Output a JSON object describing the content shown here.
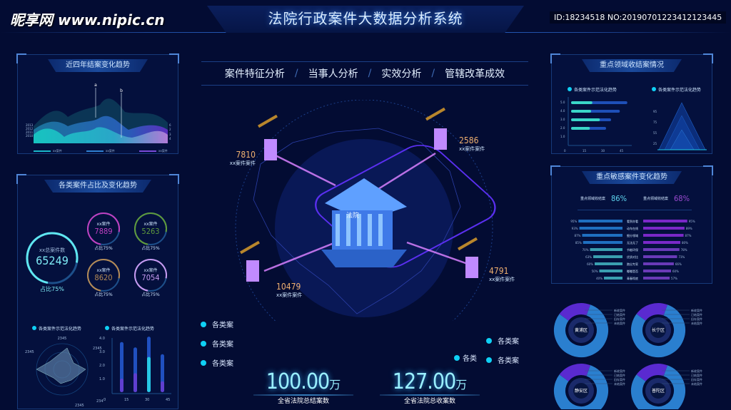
{
  "header": {
    "title": "法院行政案件大数据分析系统"
  },
  "nav": {
    "tabs": [
      "案件特征分析",
      "当事人分析",
      "实效分析",
      "管辖改革成效"
    ]
  },
  "left_top": {
    "title": "近四年结案变化趋势",
    "years": [
      "2013",
      "2012",
      "2011",
      "2010"
    ],
    "right_ticks": [
      "6",
      "2",
      "3",
      "4"
    ],
    "markers": [
      "a",
      "b"
    ],
    "legend": [
      "xx案件",
      "xx案件",
      "xx案件"
    ],
    "colors": [
      "#1ab8c8",
      "#2f7fd0",
      "#7a4ad6"
    ]
  },
  "left_mid": {
    "title": "各类案件占比及变化趋势",
    "main": {
      "label": "xx总案件数",
      "value": "65249",
      "ratio": "占比75%",
      "ratio_value": 0.75,
      "color": "#5fe6f0"
    },
    "items": [
      {
        "label": "xx案件",
        "value": "7889",
        "ratio": "占比75%",
        "color": "#c040c0"
      },
      {
        "label": "xx案件",
        "value": "5263",
        "ratio": "占比75%",
        "color": "#5f9a3c"
      },
      {
        "label": "xx案件",
        "value": "8620",
        "ratio": "占比75%",
        "color": "#b58a55"
      },
      {
        "label": "xx案件",
        "value": "7054",
        "ratio": "占比75%",
        "color": "#c79af0"
      }
    ]
  },
  "left_bottom": {
    "radar": {
      "title": "各类案件示范法化趋势",
      "labels": [
        "2345",
        "2345",
        "2345",
        "2345",
        "2345"
      ]
    },
    "bars": {
      "title": "各类案件示范法化趋势",
      "yticks": [
        "4.0",
        "3.0",
        "2.0",
        "1.0"
      ],
      "xticks": [
        "0",
        "15",
        "30",
        "45"
      ],
      "values": [
        {
          "total": 3.7,
          "fill": 1.0
        },
        {
          "total": 3.3,
          "fill": 1.4
        },
        {
          "total": 4.1,
          "fill": 2.6
        },
        {
          "total": 2.8,
          "fill": 0.8
        }
      ]
    }
  },
  "center": {
    "court_label": "法院",
    "nodes": [
      {
        "value": "7810",
        "label": "xx案件案件"
      },
      {
        "value": "2586",
        "label": "xx案件案件"
      },
      {
        "value": "10479",
        "label": "xx案件案件"
      },
      {
        "value": "4791",
        "label": "xx案件案件"
      }
    ],
    "left_legend": [
      "各类案",
      "各类案",
      "各类案"
    ],
    "right_legend": [
      "各类案",
      "各类案"
    ],
    "right_legend_extra": "各类",
    "stats": [
      {
        "value": "100.00",
        "unit": "万",
        "label": "全省法院总结案数"
      },
      {
        "value": "127.00",
        "unit": "万",
        "label": "全省法院总收案数"
      }
    ]
  },
  "right_top": {
    "title": "重点领域收结案情况",
    "hbar": {
      "title": "各类案件示范法化趋势",
      "yticks": [
        "5.0",
        "4.0",
        "3.0",
        "2.0",
        "1.0"
      ],
      "xticks": [
        "0",
        "15",
        "30",
        "45"
      ],
      "values": [
        {
          "total": 45,
          "fill": 17
        },
        {
          "total": 39,
          "fill": 16
        },
        {
          "total": 32,
          "fill": 23
        },
        {
          "total": 28,
          "fill": 15
        }
      ]
    },
    "pyramid": {
      "title": "各类案件示范法化趋势",
      "yticks": [
        "95",
        "75",
        "55",
        "25"
      ]
    }
  },
  "right_mid": {
    "title": "重点敏感案件变化趋势",
    "kpi": [
      {
        "label": "重点领域收结案",
        "value": "86%",
        "color": "#5fd6f0"
      },
      {
        "label": "重点领域收结案",
        "value": "68%",
        "color": "#9a4ad0"
      }
    ],
    "categories": [
      "看到亦看",
      "动车在线",
      "细分领域",
      "无法无了",
      "节能环保",
      "优质对比",
      "跑出专家",
      "嘟嘟是否",
      "青春彻底"
    ],
    "left_values": [
      95,
      93,
      87,
      85,
      70,
      63,
      60,
      50,
      40
    ],
    "right_values": [
      95,
      89,
      87,
      80,
      78,
      73,
      66,
      60,
      57
    ]
  },
  "right_bottom": {
    "donuts": [
      {
        "name": "黄浦区",
        "legend": [
          "新收案件",
          "已结案件",
          "旧存案件",
          "未结案件"
        ]
      },
      {
        "name": "长宁区",
        "legend": [
          "新收案件",
          "已结案件",
          "旧存案件",
          "未结案件"
        ]
      },
      {
        "name": "静安区",
        "legend": [
          "新收案件",
          "已结案件",
          "旧存案件",
          "未结案件"
        ]
      },
      {
        "name": "普陀区",
        "legend": [
          "新收案件",
          "已结案件",
          "旧存案件",
          "未结案件"
        ]
      }
    ]
  },
  "watermark": {
    "logo": "昵享网 www.nipic.cn",
    "id": "ID:18234518 NO:20190701223412123445"
  }
}
